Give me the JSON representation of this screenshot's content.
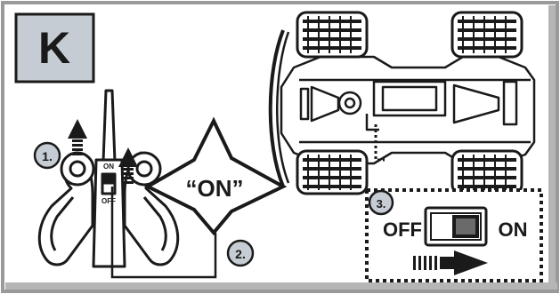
{
  "panel": {
    "letter": "K"
  },
  "steps": [
    {
      "number": "1."
    },
    {
      "number": "2."
    },
    {
      "number": "3."
    }
  ],
  "transmitter": {
    "switch_label_on": "ON",
    "switch_label_off": "OFF"
  },
  "callout": {
    "text": "“ON”"
  },
  "vehicle_switch": {
    "label_off": "OFF",
    "label_on": "ON"
  },
  "colors": {
    "panel_letter_bg": "#c6ccd3",
    "ink": "#1a1a1a",
    "frame_border": "#9a9a9a"
  }
}
